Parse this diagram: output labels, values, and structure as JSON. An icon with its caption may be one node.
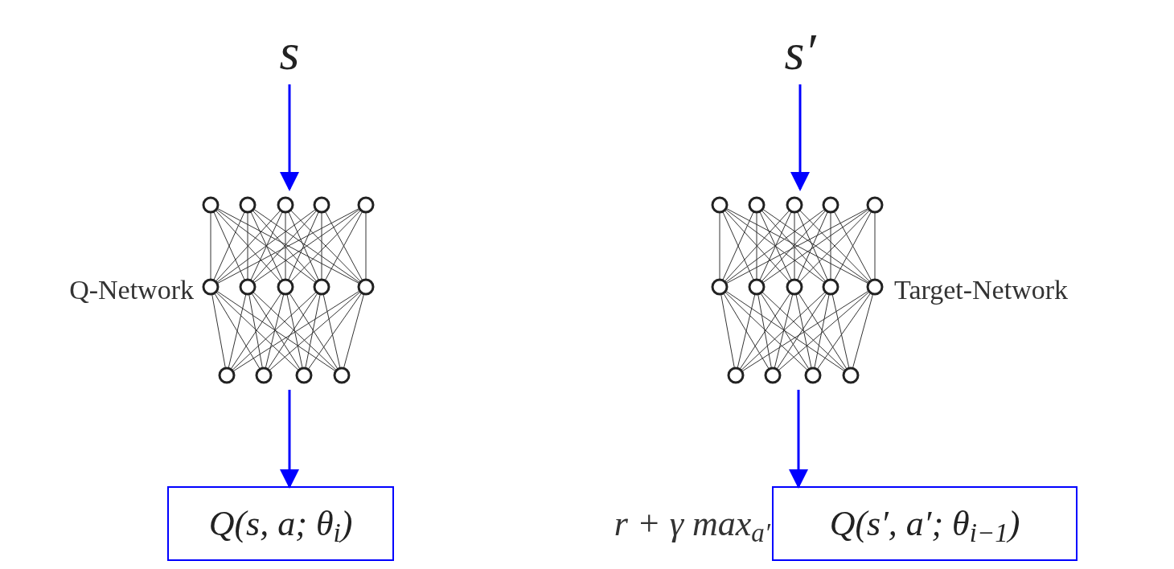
{
  "diagram": {
    "nodes": [
      {
        "text": [
          "s"
        ]
      },
      {
        "text": [],
        "shape": "picture",
        "beside": [
          "Q-Network"
        ]
      },
      {
        "text": [
          "Q(s, a; θ$_{i}$)"
        ]
      },
      {
        "text": [
          "s′"
        ]
      },
      {
        "text": [],
        "shape": "picture",
        "beside": [
          "Target-Network"
        ]
      },
      {
        "text": [
          "Q(s′, a′; θ$_{i−1}$)"
        ],
        "beside": [
          "r + γ max$_{a′}$"
        ]
      }
    ],
    "edges": [
      {
        "from": 0,
        "to": 1,
        "arrow": "to"
      },
      {
        "from": 1,
        "to": 2,
        "arrow": "to"
      },
      {
        "from": 3,
        "to": 4,
        "arrow": "to"
      },
      {
        "from": 4,
        "to": 5,
        "arrow": "to"
      }
    ]
  }
}
